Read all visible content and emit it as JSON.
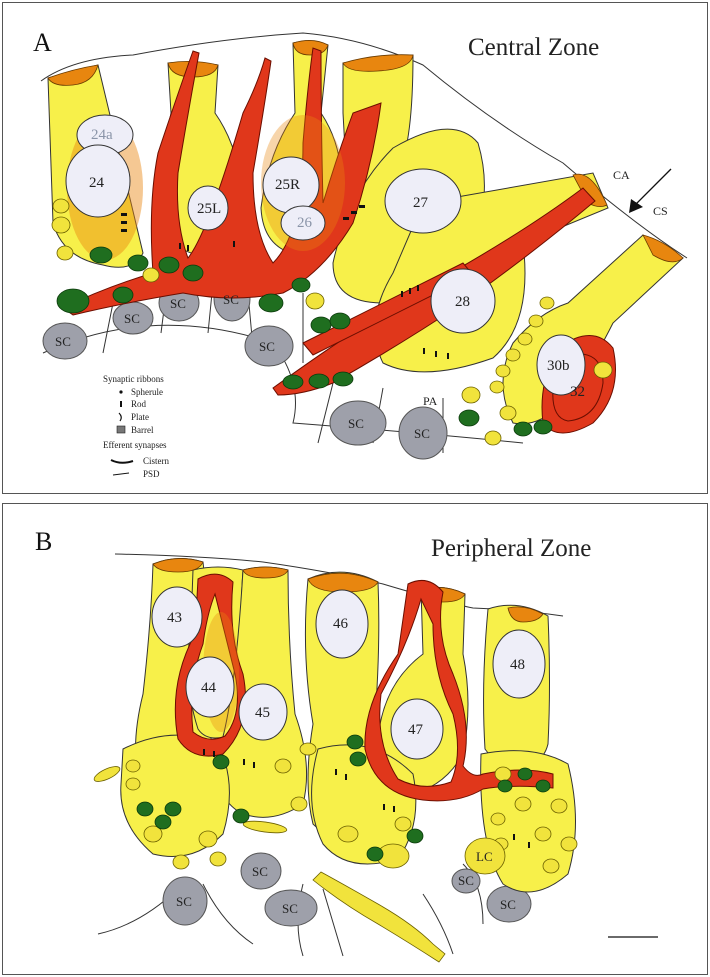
{
  "panel_a": {
    "letter": "A",
    "title": "Central Zone",
    "cells": [
      "24a",
      "24",
      "25L",
      "25R",
      "26",
      "27",
      "28",
      "30b",
      "32"
    ],
    "sc_label": "SC",
    "annotations": {
      "ca": "CA",
      "cs": "CS",
      "pa": "PA"
    },
    "legend": {
      "heading_ribbons": "Synaptic ribbons",
      "ribbons": [
        "Spherule",
        "Rod",
        "Plate",
        "Barrel"
      ],
      "heading_efferent": "Efferent synapses",
      "efferent": [
        "Cistern",
        "PSD"
      ]
    }
  },
  "panel_b": {
    "letter": "B",
    "title": "Peripheral Zone",
    "cells": [
      "43",
      "44",
      "45",
      "46",
      "47",
      "48"
    ],
    "sc_label": "SC",
    "lc_label": "LC"
  },
  "colors": {
    "hair_cell": "#f7f04a",
    "nucleus": "#eeeef8",
    "cuticular_plate": "#e8860f",
    "afferent": "#e0371b",
    "efferent_terminal": "#1f6e1f",
    "supporting_cell_nucleus": "#9ea0aa"
  }
}
